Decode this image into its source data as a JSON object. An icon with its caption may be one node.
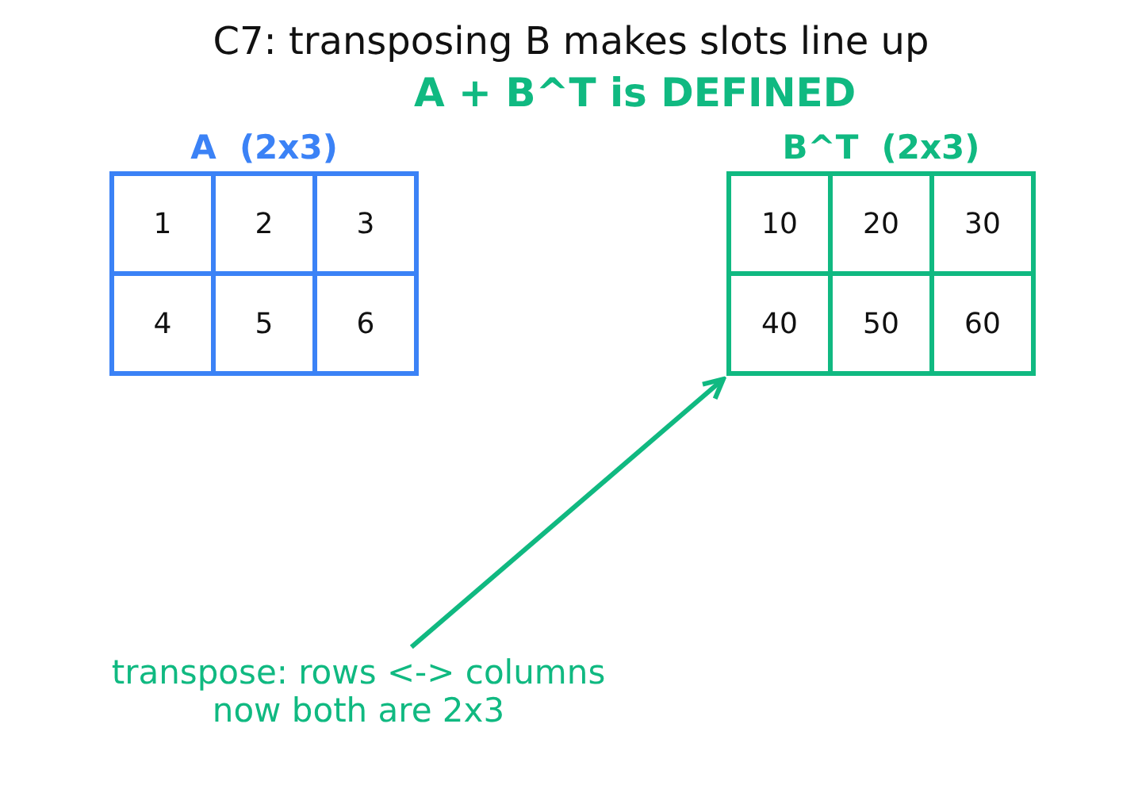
{
  "diagram": {
    "title": "C7: transposing B makes slots line up",
    "nodes": [
      {
        "text": [
          "A  (2x3)"
        ]
      },
      {
        "text": [
          "1"
        ],
        "in": 0
      },
      {
        "text": [
          "2"
        ],
        "in": 0
      },
      {
        "text": [
          "3"
        ],
        "in": 0
      },
      {
        "text": [
          "4"
        ],
        "in": 0
      },
      {
        "text": [
          "5"
        ],
        "in": 0
      },
      {
        "text": [
          "6"
        ],
        "in": 0
      },
      {
        "text": [
          "B^T  (2x3)"
        ]
      },
      {
        "text": [
          "10"
        ],
        "in": 7
      },
      {
        "text": [
          "20"
        ],
        "in": 7
      },
      {
        "text": [
          "30"
        ],
        "in": 7
      },
      {
        "text": [
          "40"
        ],
        "in": 7
      },
      {
        "text": [
          "50"
        ],
        "in": 7
      },
      {
        "text": [
          "60"
        ],
        "in": 7
      },
      {
        "text": [
          "transpose: rows <-> columns now both are 2x3"
        ]
      }
    ],
    "edges": [
      {
        "from": 14,
        "to": 7,
        "arrow": "to"
      }
    ],
    "labels": [
      "A + B^T is DEFINED"
    ]
  }
}
